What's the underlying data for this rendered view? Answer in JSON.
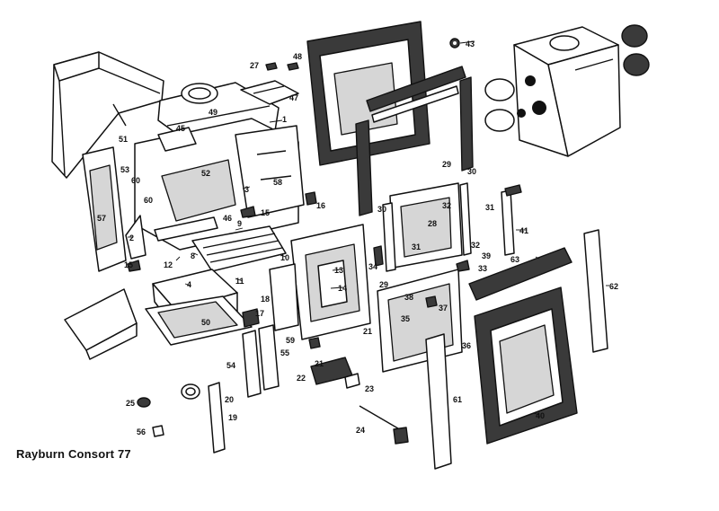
{
  "caption": "Rayburn Consort 77",
  "callouts": [
    {
      "id": "1",
      "label": "1"
    },
    {
      "id": "2",
      "label": "2"
    },
    {
      "id": "3",
      "label": "3"
    },
    {
      "id": "4",
      "label": "4"
    },
    {
      "id": "8",
      "label": "8"
    },
    {
      "id": "9",
      "label": "9"
    },
    {
      "id": "10",
      "label": "10"
    },
    {
      "id": "11",
      "label": "11"
    },
    {
      "id": "12",
      "label": "12"
    },
    {
      "id": "13",
      "label": "13"
    },
    {
      "id": "14",
      "label": "14"
    },
    {
      "id": "15a",
      "label": "15"
    },
    {
      "id": "15b",
      "label": "15"
    },
    {
      "id": "16",
      "label": "16"
    },
    {
      "id": "17",
      "label": "17"
    },
    {
      "id": "18",
      "label": "18"
    },
    {
      "id": "19",
      "label": "19"
    },
    {
      "id": "20",
      "label": "20"
    },
    {
      "id": "21a",
      "label": "21"
    },
    {
      "id": "21b",
      "label": "21"
    },
    {
      "id": "22",
      "label": "22"
    },
    {
      "id": "23",
      "label": "23"
    },
    {
      "id": "24",
      "label": "24"
    },
    {
      "id": "25",
      "label": "25"
    },
    {
      "id": "27",
      "label": "27"
    },
    {
      "id": "28",
      "label": "28"
    },
    {
      "id": "29a",
      "label": "29"
    },
    {
      "id": "29b",
      "label": "29"
    },
    {
      "id": "30a",
      "label": "30"
    },
    {
      "id": "30b",
      "label": "30"
    },
    {
      "id": "31a",
      "label": "31"
    },
    {
      "id": "31b",
      "label": "31"
    },
    {
      "id": "32a",
      "label": "32"
    },
    {
      "id": "32b",
      "label": "32"
    },
    {
      "id": "33",
      "label": "33"
    },
    {
      "id": "34",
      "label": "34"
    },
    {
      "id": "35",
      "label": "35"
    },
    {
      "id": "36",
      "label": "36"
    },
    {
      "id": "37",
      "label": "37"
    },
    {
      "id": "38",
      "label": "38"
    },
    {
      "id": "39",
      "label": "39"
    },
    {
      "id": "40",
      "label": "40"
    },
    {
      "id": "41",
      "label": "41"
    },
    {
      "id": "43",
      "label": "43"
    },
    {
      "id": "45",
      "label": "45"
    },
    {
      "id": "46",
      "label": "46"
    },
    {
      "id": "47",
      "label": "47"
    },
    {
      "id": "48",
      "label": "48"
    },
    {
      "id": "49",
      "label": "49"
    },
    {
      "id": "50",
      "label": "50"
    },
    {
      "id": "51",
      "label": "51"
    },
    {
      "id": "52",
      "label": "52"
    },
    {
      "id": "53",
      "label": "53"
    },
    {
      "id": "54",
      "label": "54"
    },
    {
      "id": "55",
      "label": "55"
    },
    {
      "id": "56",
      "label": "56"
    },
    {
      "id": "57",
      "label": "57"
    },
    {
      "id": "58",
      "label": "58"
    },
    {
      "id": "59",
      "label": "59"
    },
    {
      "id": "60a",
      "label": "60"
    },
    {
      "id": "60b",
      "label": "60"
    },
    {
      "id": "61",
      "label": "61"
    },
    {
      "id": "62",
      "label": "62"
    },
    {
      "id": "63",
      "label": "63"
    }
  ]
}
